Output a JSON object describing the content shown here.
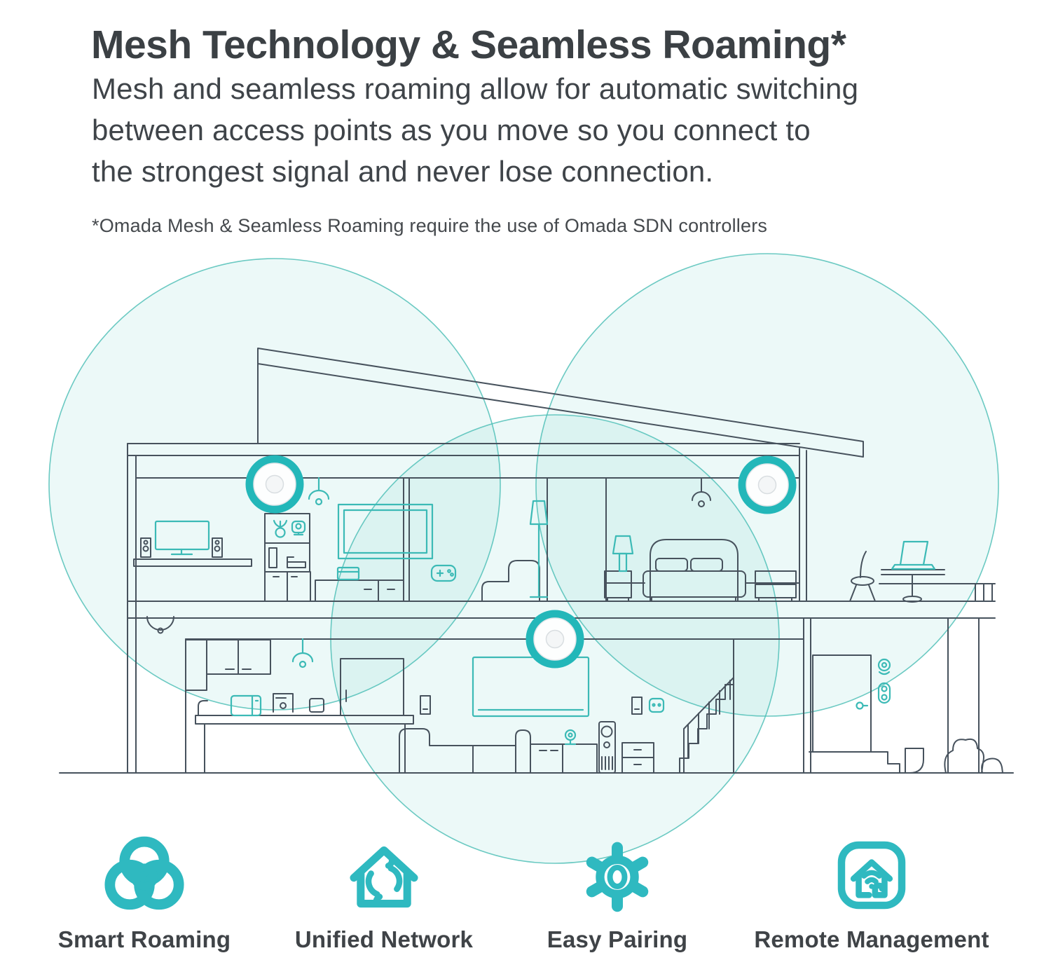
{
  "header": {
    "title": "Mesh Technology & Seamless Roaming*",
    "description_lines": [
      "Mesh and seamless roaming allow for automatic switching",
      "between access points as you move so you connect to",
      "the strongest signal and never lose connection."
    ],
    "footnote": "*Omada Mesh & Seamless Roaming require the use of Omada SDN controllers"
  },
  "diagram": {
    "access_point_count": 3,
    "coverage_zone_count": 3
  },
  "features": [
    {
      "label": "Smart Roaming",
      "icon": "smart-roaming-rings-icon"
    },
    {
      "label": "Unified Network",
      "icon": "unified-network-house-icon"
    },
    {
      "label": "Easy Pairing",
      "icon": "easy-pairing-gear-icon"
    },
    {
      "label": "Remote Management",
      "icon": "remote-management-icon"
    }
  ],
  "colors": {
    "icon_teal": "#2fb9c0",
    "device_teal": "#3cbab6",
    "ap_ring_teal": "#23b7b9",
    "coverage_stroke": "#49bdb4",
    "coverage_fill": "#e9f7f8",
    "line_art_gray": "#47525d",
    "heading_text": "#3b4044",
    "body_text": "#3f4449"
  }
}
